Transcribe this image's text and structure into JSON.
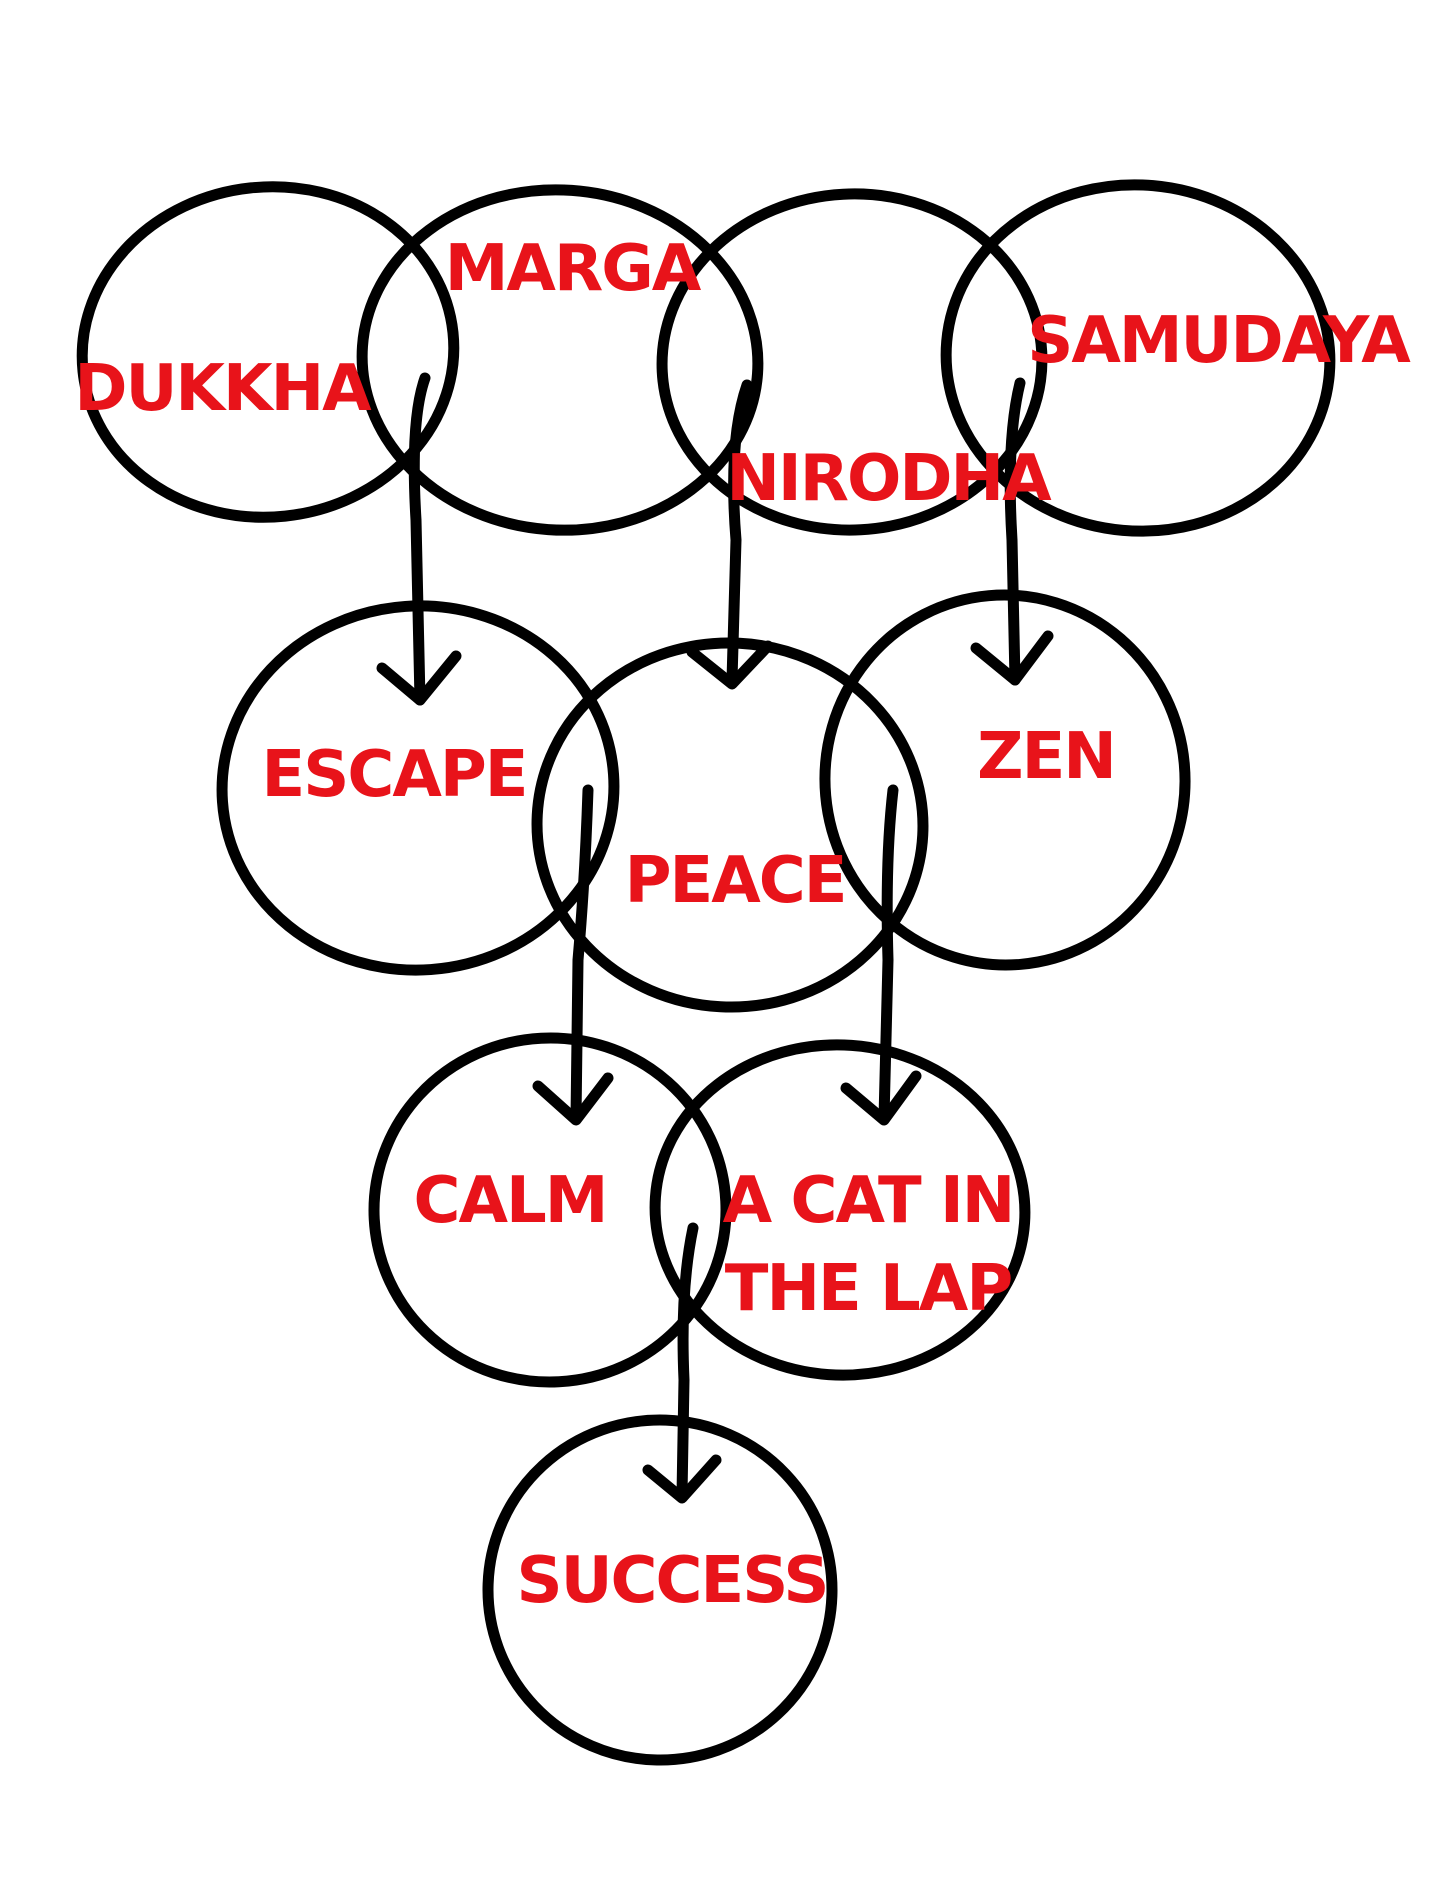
{
  "colors": {
    "label": "#e8131a",
    "stroke": "#000000",
    "background": "#ffffff"
  },
  "nodes": [
    {
      "id": "dukkha",
      "lines": [
        "DUKKHA"
      ]
    },
    {
      "id": "marga",
      "lines": [
        "MARGA"
      ]
    },
    {
      "id": "nirodha",
      "lines": [
        "NIRODHA"
      ]
    },
    {
      "id": "samudaya",
      "lines": [
        "SAMUDAYA"
      ]
    },
    {
      "id": "escape",
      "lines": [
        "ESCAPE"
      ]
    },
    {
      "id": "peace",
      "lines": [
        "PEACE"
      ]
    },
    {
      "id": "zen",
      "lines": [
        "ZEN"
      ]
    },
    {
      "id": "calm",
      "lines": [
        "CALM"
      ]
    },
    {
      "id": "cat",
      "lines": [
        "A CAT IN",
        "THE LAP"
      ]
    },
    {
      "id": "success",
      "lines": [
        "SUCCESS"
      ]
    }
  ],
  "arrows": [
    {
      "from": [
        "dukkha",
        "marga"
      ],
      "to": "escape"
    },
    {
      "from": [
        "marga",
        "nirodha"
      ],
      "to": "peace"
    },
    {
      "from": [
        "nirodha",
        "samudaya"
      ],
      "to": "zen"
    },
    {
      "from": [
        "escape",
        "peace"
      ],
      "to": "calm"
    },
    {
      "from": [
        "peace",
        "zen"
      ],
      "to": "cat"
    },
    {
      "from": [
        "calm",
        "cat"
      ],
      "to": "success"
    }
  ]
}
